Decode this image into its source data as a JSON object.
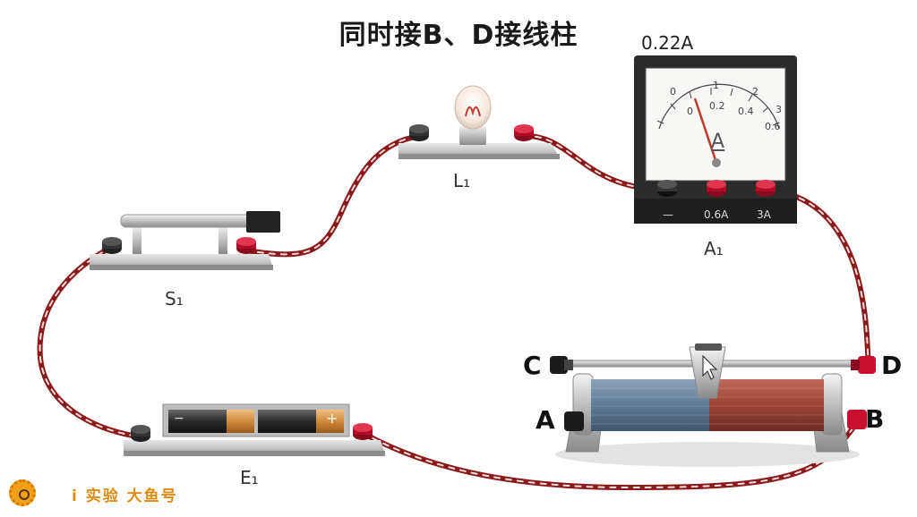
{
  "title": "同时接B、D接线柱",
  "ammeter": {
    "reading": "0.22A",
    "top_scale": [
      "0",
      "1",
      "2",
      "3"
    ],
    "bottom_scale": [
      "0",
      "0.2",
      "0.4",
      "0.6"
    ],
    "unit": "A",
    "terminals": [
      "—",
      "0.6A",
      "3A"
    ],
    "needle_fraction_of_0_6A": 0.367
  },
  "labels": {
    "lamp": "L₁",
    "switch": "S₁",
    "ammeter": "A₁",
    "battery": "E₁",
    "battery_minus": "−",
    "battery_plus": "+"
  },
  "rheostat_terminals": {
    "C": "C",
    "D": "D",
    "A": "A",
    "B": "B"
  },
  "watermark": "i 实验 大鱼号",
  "colors": {
    "wire": "#8b1a1a",
    "wire_dash": "#f0dede",
    "red_terminal": "#c8102e",
    "black_terminal": "#222222",
    "base_gray": "#bdbdbd",
    "coil_blue": "#6d8aa6",
    "coil_red": "#a04a3c"
  }
}
